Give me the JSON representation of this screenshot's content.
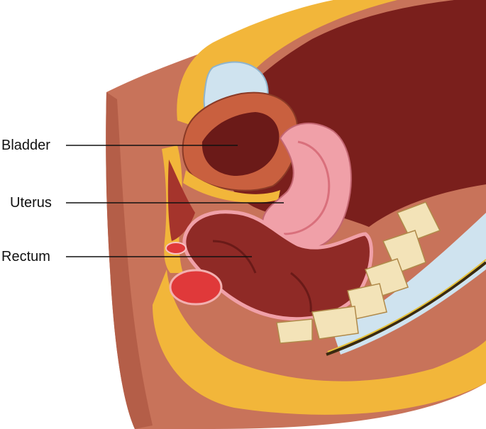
{
  "labels": {
    "bladder": "Bladder",
    "uterus": "Uterus",
    "rectum": "Rectum"
  },
  "colors": {
    "skin": "#c8735a",
    "skin_dark": "#9c4a38",
    "fat": "#f2b63a",
    "fat_dots": "#f7d36b",
    "cavity": "#7a1f1c",
    "bladder_wall": "#c9603f",
    "bladder_lumen": "#6b1a18",
    "uterus": "#f0a0a8",
    "uterus_dark": "#d9707c",
    "rectum": "#8f2a26",
    "rectum_dark": "#6a1a18",
    "bone": "#f3e3b8",
    "bone_dots": "#b08a4a",
    "cartilage": "#cfe3ef",
    "muscle_red": "#e0393a",
    "leader": "#111111"
  }
}
